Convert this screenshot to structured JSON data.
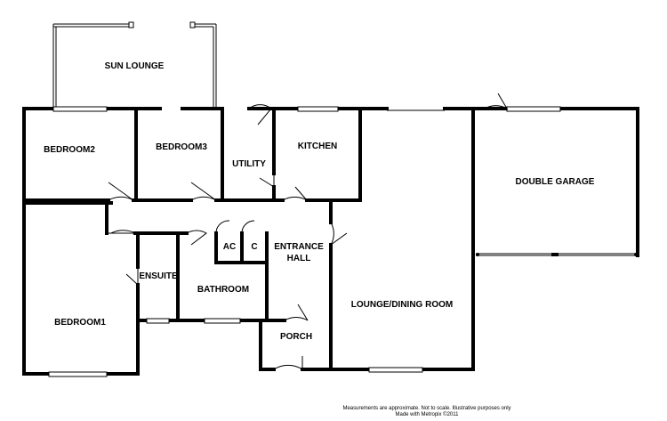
{
  "rooms": {
    "sun_lounge": "SUN LOUNGE",
    "bedroom2": "BEDROOM2",
    "bedroom3": "BEDROOM3",
    "utility": "UTILITY",
    "kitchen": "KITCHEN",
    "double_garage": "DOUBLE GARAGE",
    "ac": "AC",
    "c": "C",
    "entrance_hall_1": "ENTRANCE",
    "entrance_hall_2": "HALL",
    "ensuite": "ENSUITE",
    "bathroom": "BATHROOM",
    "bedroom1": "BEDROOM1",
    "lounge_dining": "LOUNGE/DINING ROOM",
    "porch": "PORCH"
  },
  "footer": {
    "disclaimer": "Measurements are approximate. Not to scale. Illustrative purposes only",
    "credit": "Made with Metropix ©2011"
  }
}
